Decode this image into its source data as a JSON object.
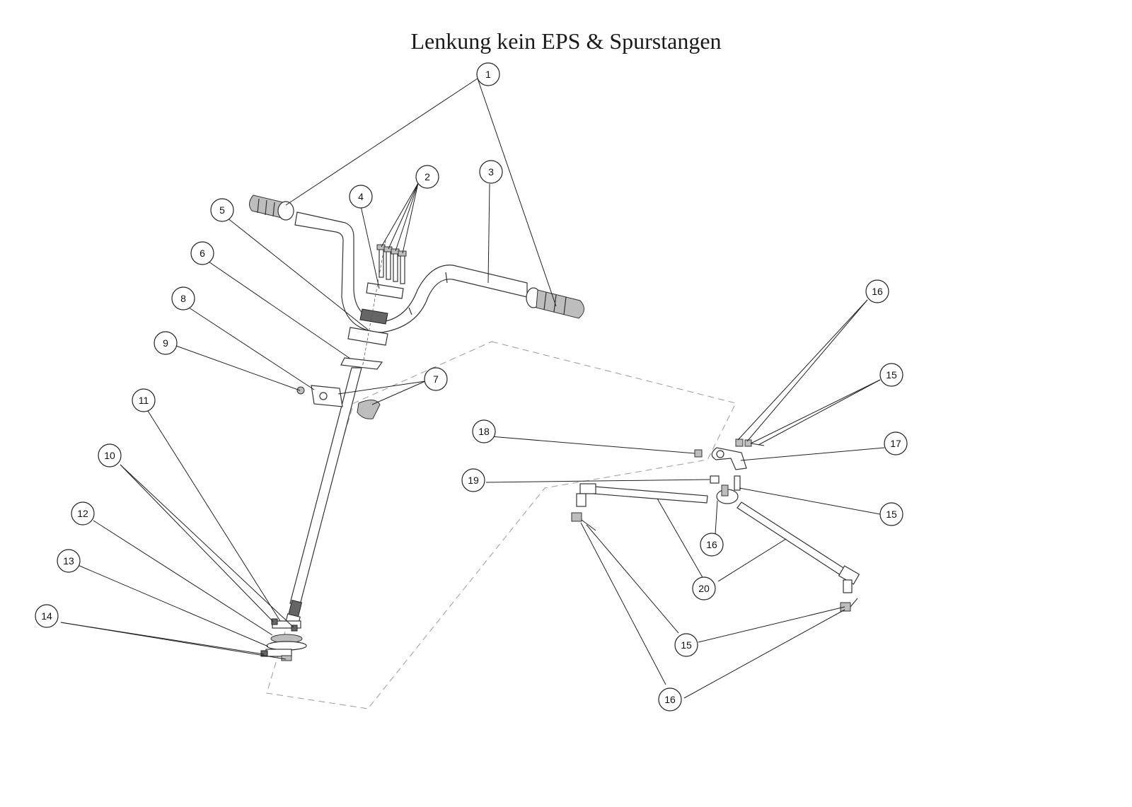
{
  "title": "Lenkung kein EPS & Spurstangen",
  "callouts": [
    "1",
    "2",
    "3",
    "4",
    "5",
    "6",
    "7",
    "8",
    "9",
    "10",
    "11",
    "12",
    "13",
    "14",
    "15",
    "16",
    "17",
    "18",
    "19",
    "20"
  ]
}
